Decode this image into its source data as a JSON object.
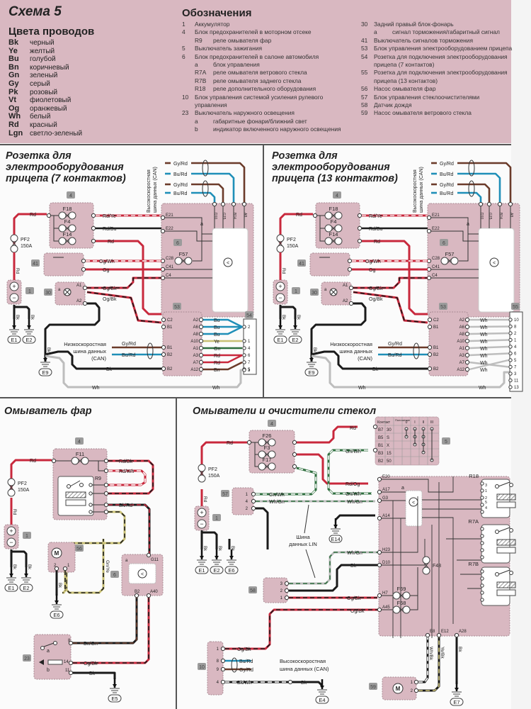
{
  "header": {
    "title": "Схема 5",
    "wire_colors_title": "Цвета проводов",
    "wire_colors": [
      {
        "code": "Bk",
        "name": "черный"
      },
      {
        "code": "Ye",
        "name": "желтый"
      },
      {
        "code": "Bu",
        "name": "голубой"
      },
      {
        "code": "Bn",
        "name": "коричневый"
      },
      {
        "code": "Gn",
        "name": "зеленый"
      },
      {
        "code": "Gy",
        "name": "серый"
      },
      {
        "code": "Pk",
        "name": "розовый"
      },
      {
        "code": "Vt",
        "name": "фиолетовый"
      },
      {
        "code": "Og",
        "name": "оранжевый"
      },
      {
        "code": "Wh",
        "name": "белый"
      },
      {
        "code": "Rd",
        "name": "красный"
      },
      {
        "code": "Lgn",
        "name": "светло-зеленый"
      }
    ],
    "legend_title": "Обозначения",
    "legend_col1": [
      {
        "num": "1",
        "text": "Аккумулятор"
      },
      {
        "num": "4",
        "text": "Блок предохранителей в моторном отсеке"
      },
      {
        "sub": "R9",
        "text": "реле омывателя фар"
      },
      {
        "num": "5",
        "text": "Выключатель зажигания"
      },
      {
        "num": "6",
        "text": "Блок предохранителей в салоне автомобиля"
      },
      {
        "sub": "a",
        "text": "блок управления"
      },
      {
        "sub": "R7A",
        "text": "реле омывателя ветрового стекла"
      },
      {
        "sub": "R7B",
        "text": "реле омывателя заднего стекла"
      },
      {
        "sub": "R18",
        "text": "реле дополнительного оборудования"
      },
      {
        "num": "10",
        "text": "Блок управления системой усиления рулевого"
      },
      {
        "cont": "управления"
      },
      {
        "num": "23",
        "text": "Выключатель наружного освещения"
      },
      {
        "sub": "a",
        "text": "габаритные фонари/ближний свет"
      },
      {
        "sub": "b",
        "text": "индикатор включенного наружного освещения"
      }
    ],
    "legend_col2": [
      {
        "num": "30",
        "text": "Задний правый блок-фонарь"
      },
      {
        "sub": "a",
        "text": "сигнал торможения/габаритный сигнал"
      },
      {
        "num": "41",
        "text": "Выключатель сигналов торможения"
      },
      {
        "num": "53",
        "text": "Блок управления электрооборудованием прицепа"
      },
      {
        "num": "54",
        "text": "Розетка для подключения электрооборудования"
      },
      {
        "cont": "прицепа (7 контактов)"
      },
      {
        "num": "55",
        "text": "Розетка для подключения электрооборудования"
      },
      {
        "cont": "прицепа (13 контактов)"
      },
      {
        "num": "56",
        "text": "Насос омывателя фар"
      },
      {
        "num": "57",
        "text": "Блок управления стеклоочистителями"
      },
      {
        "num": "58",
        "text": "Датчик дождя"
      },
      {
        "num": "59",
        "text": "Насос омывателя ветрового стекла"
      }
    ]
  },
  "sections": {
    "trailer7": {
      "title_lines": [
        "Розетка для",
        "электрооборудования",
        "прицепа (7 контактов)"
      ],
      "can_high_label": [
        "Высокоскоростная",
        "шина данных (CAN)"
      ],
      "can_low_label": [
        "Низкоскоростная",
        "шина данных",
        "(CAN)"
      ],
      "fuses": [
        "F18",
        "F4",
        "F14",
        "F57"
      ],
      "fuse_pf2": [
        "PF2",
        "150A"
      ],
      "ecu6_pins": [
        "E21",
        "E22",
        "C28",
        "C41",
        "C4"
      ],
      "ecu6_top_pins": [
        "D10",
        "G15",
        "B14",
        "A8"
      ],
      "wires_in": [
        "Rd/Ye",
        "Rd/Bu",
        "Rd",
        "Og/Wh",
        "Og",
        "Og/Bk",
        "Og/Bk",
        "Gy/Rd",
        "Bu/Rd",
        "Gy/Rd",
        "Bu/Rd"
      ],
      "unit53_left": [
        "C2",
        "B1",
        "B1",
        "B2",
        "B2"
      ],
      "unit53_right": [
        "A2",
        "A6",
        "A8",
        "A10",
        "A1",
        "A3",
        "A7",
        "A12"
      ],
      "socket_wires": [
        "Bu",
        "Bu",
        "Bu",
        "Ye",
        "Gn",
        "Rd",
        "Rd",
        "Bn"
      ],
      "socket_pins": [
        "2",
        "1",
        "4",
        "6",
        "7",
        "5",
        "3"
      ],
      "ground_labels": [
        "E1",
        "E2",
        "E9"
      ],
      "misc_labels": {
        "bk": "Bk",
        "wh": "Wh",
        "rd": "Rd",
        "unit30_a": "a",
        "unit30_pins": [
          "A1",
          "A2"
        ],
        "unit41_pins": [
          "2",
          "1"
        ],
        "ecu_a": "a"
      },
      "component_ids": [
        "4",
        "41",
        "1",
        "30",
        "6",
        "53",
        "54"
      ]
    },
    "trailer13": {
      "title_lines": [
        "Розетка для",
        "электрооборудования",
        "прицепа (13 контактов)"
      ],
      "can_high_label": [
        "Высокоскоростная",
        "шина данных (CAN)"
      ],
      "can_low_label": [
        "Низкоскоростная",
        "шина данных",
        "(CAN)"
      ],
      "socket_wires": [
        "Wh",
        "Wh",
        "Wh",
        "Wh",
        "Wh",
        "Wh",
        "Wh",
        "Wh"
      ],
      "socket_pins": [
        "10",
        "8",
        "2",
        "1",
        "4",
        "6",
        "5",
        "7",
        "3",
        "11",
        "13"
      ],
      "component_ids": [
        "4",
        "41",
        "1",
        "30",
        "6",
        "53",
        "55"
      ]
    },
    "headlamp_washer": {
      "title": "Омыватель фар",
      "fuse": "F11",
      "relay": "R9",
      "wires": [
        "Rd/Bk",
        "Rd/Wh",
        "Bk/Rd",
        "Gn/Ye",
        "Bn/Gn",
        "Og/Bk",
        "Bk",
        "Rd",
        "Rd",
        "Bk",
        "Bk",
        "Bk"
      ],
      "ecu_pins": [
        "G11",
        "B2",
        "A40"
      ],
      "switch23_pins": [
        "8",
        "14",
        "11"
      ],
      "switch23_labels": [
        "a",
        "b"
      ],
      "pump56_pins": [
        "2",
        "1"
      ],
      "ground_labels": [
        "E1",
        "E2",
        "E6",
        "E5"
      ],
      "component_ids": [
        "4",
        "1",
        "56",
        "6",
        "23"
      ]
    },
    "windscreen_washers": {
      "title": "Омыватели и очистители стекол",
      "fuses": [
        "F26",
        "F3",
        "F17",
        "F48",
        "F69",
        "F68"
      ],
      "ignition_switch": {
        "headers": [
          "Контакт",
          "Положение",
          "0",
          "I",
          "II",
          "III"
        ],
        "rows": [
          [
            "B7",
            "30"
          ],
          [
            "B5",
            "S"
          ],
          [
            "B1",
            "X"
          ],
          [
            "B3",
            "15"
          ],
          [
            "B2",
            "50"
          ]
        ]
      },
      "ecu6_left_pins": [
        "E20",
        "A17",
        "G3",
        "A14",
        "H23",
        "D10",
        "H7",
        "A45"
      ],
      "ecu6_bottom_pins": [
        "E8",
        "E12",
        "A28"
      ],
      "relays": [
        "R18",
        "R7A",
        "R7B"
      ],
      "relay_r18_pins": [
        "3",
        "1",
        "2",
        "5",
        "4"
      ],
      "wires": [
        "Rd",
        "Gn/Wh",
        "Rd/Og",
        "Gn/Wh",
        "Wh/Gn",
        "Wh/Gn",
        "Bk",
        "Og/Bk",
        "Og/Bk",
        "Og/Bk",
        "Bu/Rd",
        "Gy/Rd",
        "Bk/Wh",
        "Bk",
        "Wh/Bk",
        "Ye/Bk",
        "Bk",
        "Wh/Gn",
        "Bk"
      ],
      "lin_label": [
        "Шина",
        "данных LIN"
      ],
      "can_label": [
        "Высокоскоростная",
        "шина данных (CAN)"
      ],
      "unit57_pins": [
        "1",
        "4",
        "2"
      ],
      "unit58_pins": [
        "3",
        "2",
        "1"
      ],
      "unit10_pins": [
        "1",
        "8",
        "9",
        "4"
      ],
      "pump59_pins": [
        "1",
        "2"
      ],
      "ground_labels": [
        "E1",
        "E2",
        "E6",
        "E14",
        "E4",
        "E7"
      ],
      "component_ids": [
        "4",
        "5",
        "1",
        "57",
        "6",
        "58",
        "10",
        "59"
      ]
    }
  },
  "colors": {
    "panel": "#d9b8c1",
    "red": "#c8283c",
    "blue": "#1f8fb8",
    "black": "#1a1a1a",
    "white_wire": "#bdbdbd",
    "yellow": "#c9c074",
    "green": "#2f6f3f",
    "brown": "#6b3b2a",
    "orange": "#c8283c"
  }
}
